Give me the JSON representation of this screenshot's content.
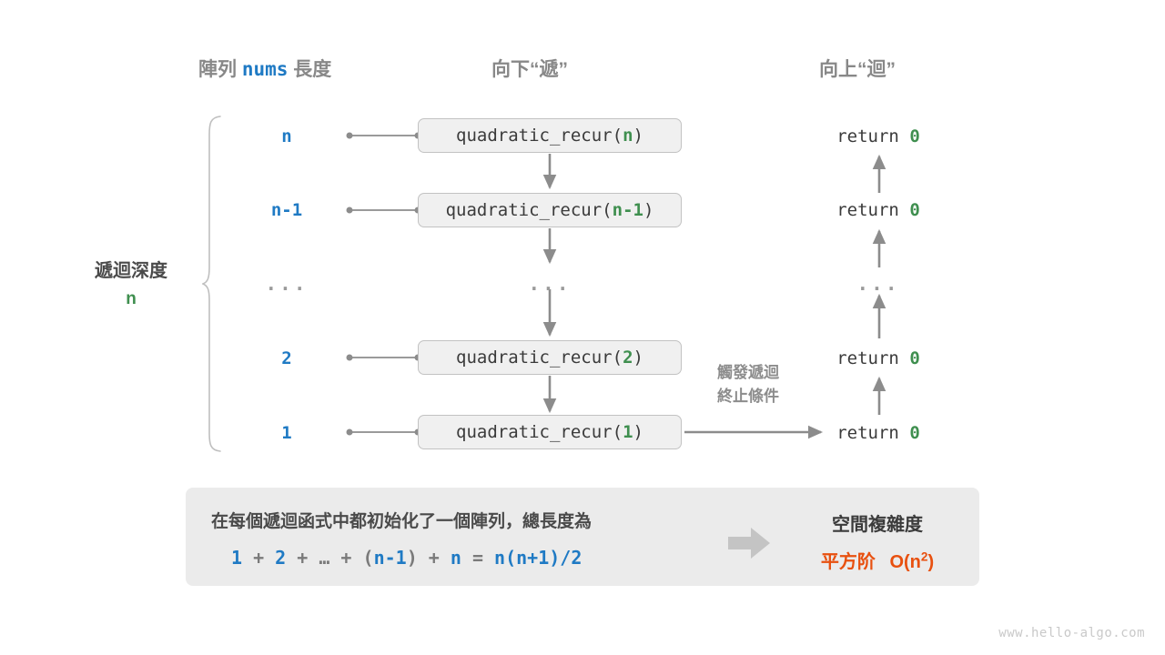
{
  "headers": {
    "array": {
      "prefix": "陣列",
      "code": "nums",
      "suffix": "長度"
    },
    "down": "向下“遞”",
    "up": "向上“迴”"
  },
  "depth": {
    "label": "遞迴深度",
    "value": "n"
  },
  "rows": [
    {
      "length": "n",
      "call_prefix": "quadratic_recur(",
      "call_arg": "n",
      "call_suffix": ")",
      "return_text": "return",
      "return_value": "0",
      "is_ellipsis": false
    },
    {
      "length": "n-1",
      "call_prefix": "quadratic_recur(",
      "call_arg": "n-1",
      "call_suffix": ")",
      "return_text": "return",
      "return_value": "0",
      "is_ellipsis": false
    },
    {
      "length": "...",
      "call_prefix": "...",
      "call_arg": "",
      "call_suffix": "",
      "return_text": "...",
      "return_value": "",
      "is_ellipsis": true
    },
    {
      "length": "2",
      "call_prefix": "quadratic_recur(",
      "call_arg": "2",
      "call_suffix": ")",
      "return_text": "return",
      "return_value": "0",
      "is_ellipsis": false
    },
    {
      "length": "1",
      "call_prefix": "quadratic_recur(",
      "call_arg": "1",
      "call_suffix": ")",
      "return_text": "return",
      "return_value": "0",
      "is_ellipsis": false
    }
  ],
  "trigger_note": {
    "line1": "觸發遞迴",
    "line2": "終止條件"
  },
  "summary": {
    "text": "在每個遞迴函式中都初始化了一個陣列，總長度為",
    "formula_parts": [
      {
        "t": "1",
        "blue": true
      },
      {
        "t": " + ",
        "blue": false
      },
      {
        "t": "2",
        "blue": true
      },
      {
        "t": " + ",
        "blue": false
      },
      {
        "t": "…",
        "blue": false
      },
      {
        "t": " + ",
        "blue": false
      },
      {
        "t": "(",
        "blue": false
      },
      {
        "t": "n-1",
        "blue": true
      },
      {
        "t": ")",
        "blue": false
      },
      {
        "t": " + ",
        "blue": false
      },
      {
        "t": "n",
        "blue": true
      },
      {
        "t": " = ",
        "blue": false
      },
      {
        "t": "n(n+1)/2",
        "blue": true
      }
    ],
    "complexity_title": "空間複雜度",
    "complexity_label": "平方阶",
    "complexity_big_o": "O(n",
    "complexity_exp": "2",
    "complexity_close": ")"
  },
  "watermark": "www.hello-algo.com",
  "colors": {
    "blue": "#1f7ac4",
    "green": "#3f8f4f",
    "orange": "#e8500f",
    "gray_text": "#4a4a4a",
    "gray_header": "#888888",
    "box_fill": "#f0f0f0",
    "box_border": "#c2c2c2",
    "panel_fill": "#ebebeb",
    "wire": "#8c8c8c",
    "watermark": "#c9c9c9"
  }
}
